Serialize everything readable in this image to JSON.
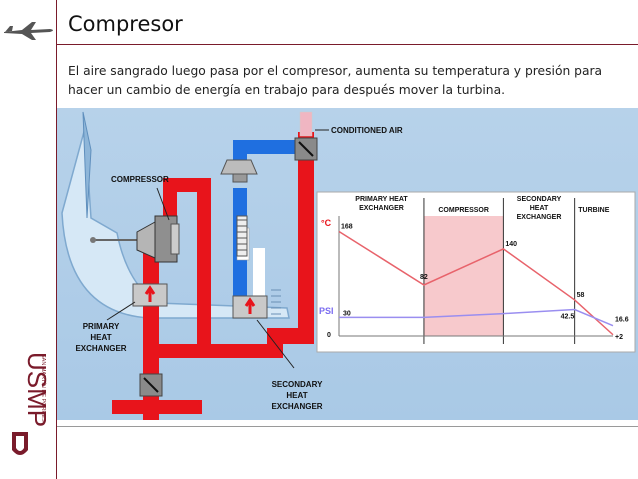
{
  "slide": {
    "title": "Compresor",
    "body": "El aire sangrado luego pasa por el compresor, aumenta su temperatura y presión para hacer un cambio de energía en trabajo para después mover la turbina."
  },
  "logo": {
    "wordmark": "USMP",
    "subtitle": "SAN MARTÍN DE PORRES"
  },
  "diagram": {
    "labels": {
      "conditioned_air": "CONDITIONED AIR",
      "compressor": "COMPRESSOR",
      "primary_hx": [
        "PRIMARY",
        "HEAT",
        "EXCHANGER"
      ],
      "secondary_hx": [
        "SECONDARY",
        "HEAT",
        "EXCHANGER"
      ]
    },
    "colors": {
      "hot": "#e8141b",
      "cold": "#1f6fe0",
      "panel": "#a9c9e6"
    }
  },
  "chart_data": {
    "type": "line",
    "sections": [
      {
        "name": "PRIMARY HEAT EXCHANGER",
        "lines": [
          "PRIMARY HEAT",
          "EXCHANGER"
        ]
      },
      {
        "name": "COMPRESSOR",
        "lines": [
          "COMPRESSOR"
        ]
      },
      {
        "name": "SECONDARY HEAT EXCHANGER",
        "lines": [
          "SECONDARY",
          "HEAT",
          "EXCHANGER"
        ]
      },
      {
        "name": "TURBINE",
        "lines": [
          "TURBINE"
        ]
      }
    ],
    "series": [
      {
        "name": "°C",
        "color": "#e8636b",
        "points": [
          {
            "x": 0,
            "y": 168,
            "label": "168"
          },
          {
            "x": 0.31,
            "y": 82,
            "label": "82"
          },
          {
            "x": 0.6,
            "y": 140,
            "label": "140"
          },
          {
            "x": 0.86,
            "y": 58,
            "label": "58"
          },
          {
            "x": 1.0,
            "y": 2,
            "label": "+2"
          }
        ]
      },
      {
        "name": "PSI",
        "color": "#9a8ef0",
        "points": [
          {
            "x": 0,
            "y": 30,
            "label": "30"
          },
          {
            "x": 0.31,
            "y": 30,
            "label": ""
          },
          {
            "x": 0.6,
            "y": 36,
            "label": ""
          },
          {
            "x": 0.86,
            "y": 42.5,
            "label": "42.5"
          },
          {
            "x": 1.0,
            "y": 16.6,
            "label": "16.6"
          }
        ]
      }
    ],
    "zero_label": "0",
    "highlight_section": "COMPRESSOR"
  }
}
